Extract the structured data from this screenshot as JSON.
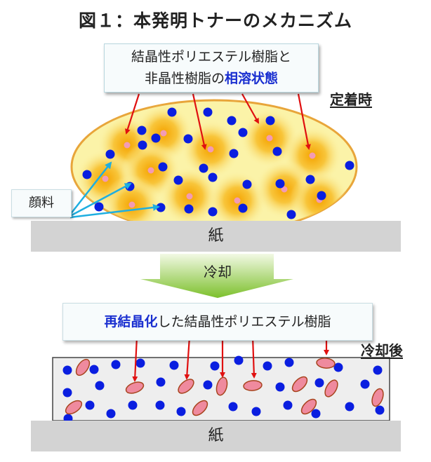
{
  "title": "図１：本発明トナーのメカニズム",
  "top_callout": {
    "line1": "結晶性ポリエステル樹脂と",
    "line2_plain": "非晶性樹脂の",
    "line2_emph": "相溶状態"
  },
  "fixing_label": "定着時",
  "pigment_label": "顔料",
  "paper_label": "紙",
  "cooling_label": "冷却",
  "mid_callout": {
    "emph": "再結晶化",
    "plain": "した結晶性ポリエステル樹脂"
  },
  "after_cooling_label": "冷却後",
  "colors": {
    "toner_fill": "#fbf3a8",
    "toner_border": "#e8a53a",
    "molten_glow": "#f7b81e",
    "pigment_dot": "#0a1ee0",
    "crystal_fill": "#ef8a9e",
    "crystal_border": "#a8441e",
    "arrow_red": "#e01010",
    "arrow_cyan": "#1eaee0",
    "paper_gray": "#d3d3d3",
    "cooling_arrow": "#8fcc3c",
    "emphasis_blue": "#1a2fd0"
  }
}
